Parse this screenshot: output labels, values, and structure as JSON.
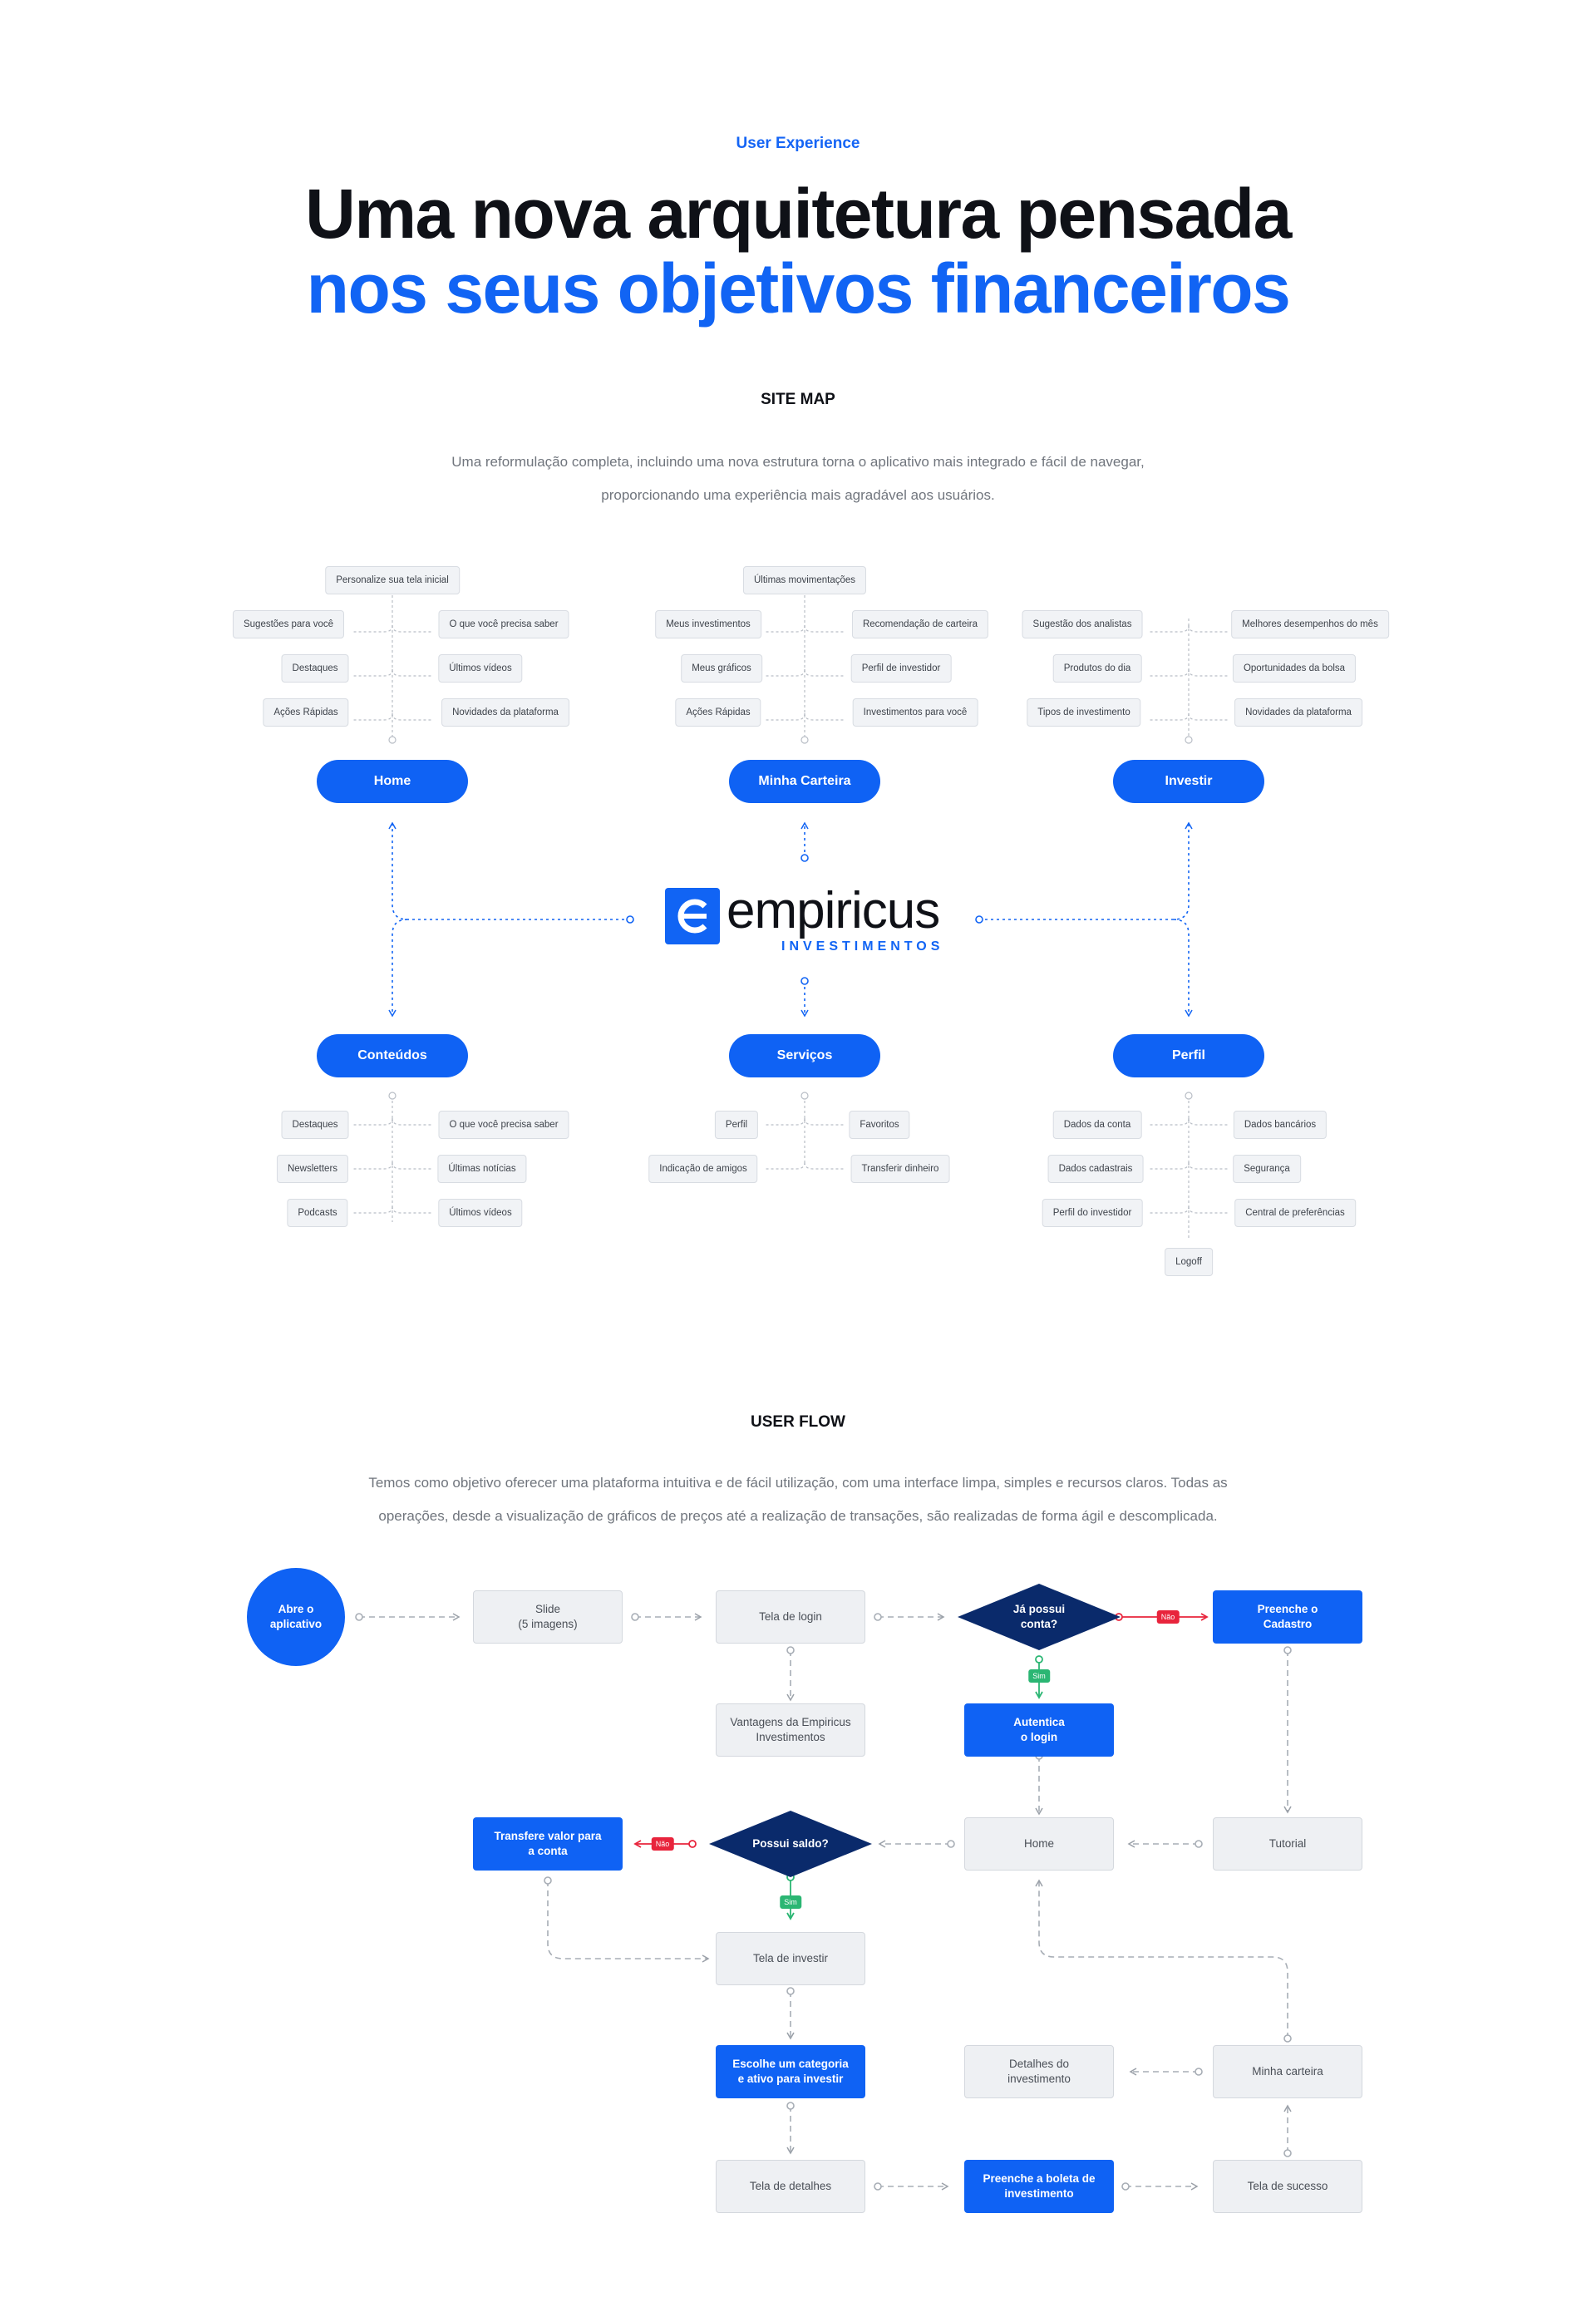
{
  "header": {
    "eyebrow": "User Experience",
    "title_line1": "Uma nova arquitetura pensada",
    "title_line2": "nos seus objetivos financeiros"
  },
  "colors": {
    "brand_blue": "#0f62f4",
    "navy": "#0a2a6b",
    "no_red": "#e8243c",
    "yes_green": "#2bb673",
    "grey_box": "#eef0f3"
  },
  "sitemap": {
    "title": "SITE MAP",
    "desc_line1": "Uma reformulação completa, incluindo uma nova estrutura torna o aplicativo mais integrado e fácil de navegar,",
    "desc_line2": "proporcionando uma experiência mais agradável aos usuários.",
    "logo": {
      "word": "empiricus",
      "sub": "INVESTIMENTOS"
    },
    "home": {
      "label": "Home",
      "top": "Personalize sua tela inicial",
      "left": [
        "Sugestões para você",
        "Destaques",
        "Ações Rápidas"
      ],
      "right": [
        "O que você precisa saber",
        "Últimos vídeos",
        "Novidades da plataforma"
      ]
    },
    "carteira": {
      "label": "Minha Carteira",
      "top": "Últimas movimentações",
      "left": [
        "Meus investimentos",
        "Meus gráficos",
        "Ações Rápidas"
      ],
      "right": [
        "Recomendação de carteira",
        "Perfil de investidor",
        "Investimentos para você"
      ]
    },
    "investir": {
      "label": "Investir",
      "left": [
        "Sugestão dos analistas",
        "Produtos do dia",
        "Tipos de investimento"
      ],
      "right": [
        "Melhores desempenhos do mês",
        "Oportunidades da bolsa",
        "Novidades da plataforma"
      ]
    },
    "conteudos": {
      "label": "Conteúdos",
      "left": [
        "Destaques",
        "Newsletters",
        "Podcasts"
      ],
      "right": [
        "O que você precisa saber",
        "Últimas notícias",
        "Últimos vídeos"
      ]
    },
    "servicos": {
      "label": "Serviços",
      "left": [
        "Perfil",
        "Indicação de amigos"
      ],
      "right": [
        "Favoritos",
        "Transferir dinheiro"
      ]
    },
    "perfil": {
      "label": "Perfil",
      "left": [
        "Dados da conta",
        "Dados cadastrais",
        "Perfil do investidor"
      ],
      "right": [
        "Dados bancários",
        "Segurança",
        "Central de preferências"
      ],
      "bottom": "Logoff"
    }
  },
  "userflow": {
    "title": "USER FLOW",
    "desc_line1": "Temos como objetivo oferecer uma plataforma intuitiva e de fácil utilização, com uma interface limpa, simples e recursos claros. Todas as",
    "desc_line2": "operações, desde a visualização de gráficos de preços até a realização de transações, são realizadas de forma ágil e descomplicada.",
    "start": "Abre o\naplicativo",
    "slide": "Slide\n(5 imagens)",
    "login": "Tela de login",
    "has_account": "Já possui\nconta?",
    "signup": "Preenche o\nCadastro",
    "advantages": "Vantagens da Empiricus\nInvestimentos",
    "auth": "Autentica\no login",
    "home": "Home",
    "tutorial": "Tutorial",
    "has_balance": "Possui saldo?",
    "transfer": "Transfere valor para\na conta",
    "invest_screen": "Tela de investir",
    "choose": "Escolhe um categoria\ne ativo para investir",
    "details_screen": "Tela de detalhes",
    "fill_ticket": "Preenche a boleta de\ninvestimento",
    "success": "Tela de sucesso",
    "wallet": "Minha carteira",
    "inv_details": "Detalhes do\ninvestimento",
    "no": "Não",
    "yes": "Sim"
  }
}
